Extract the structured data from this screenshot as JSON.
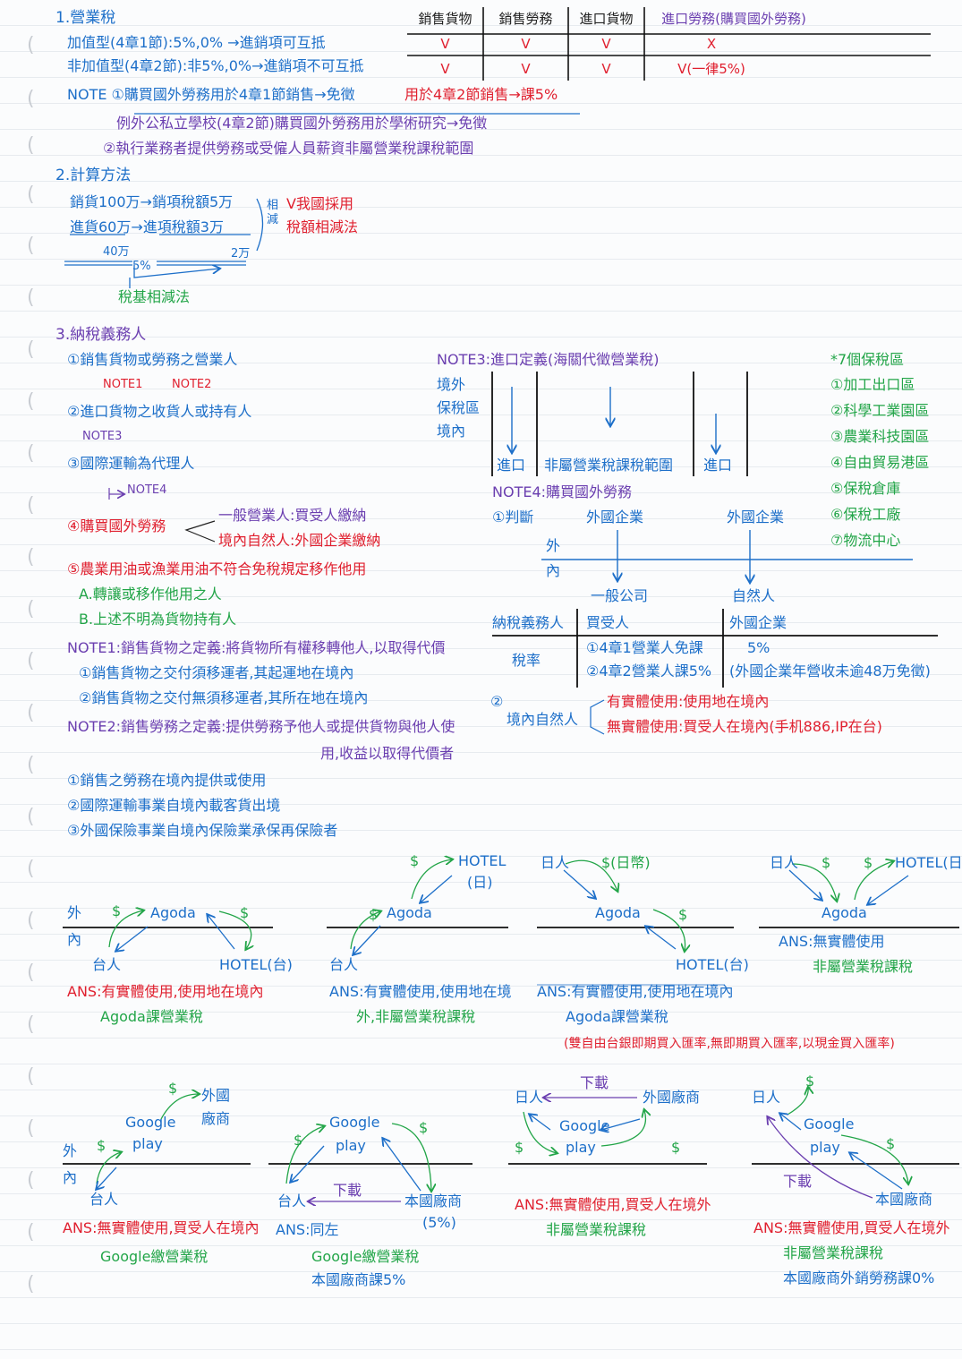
{
  "sec1": {
    "title": "1.營業稅",
    "vat": "加值型(4章1節):5%,0% →進銷項可互抵",
    "nonvat": "非加值型(4章2節):非5%,0%→進銷項不可互抵",
    "note1a": "NOTE ①購買國外勞務用於4章1節銷售→免徵",
    "note1b": "用於4章2節銷售→課5%",
    "note1c": "例外公私立學校(4章2節)購買國外勞務用於學術研究→免徵",
    "note2": "②執行業務者提供勞務或受僱人員薪資非屬營業稅課稅範圍"
  },
  "table1": {
    "headers": [
      "銷售貨物",
      "銷售勞務",
      "進口貨物",
      "進口勞務(購買國外勞務)"
    ],
    "row_vat": [
      "V",
      "V",
      "V",
      "X"
    ],
    "row_nonvat": [
      "V",
      "V",
      "V",
      "V(一律5%)"
    ]
  },
  "sec2": {
    "title": "2.計算方法",
    "sales": "銷貨100万→銷項稅額5万",
    "purchase": "進貨60万→進項稅額3万",
    "base_diff": "40万",
    "rate": "5%",
    "tax_diff": "2万",
    "bracket": "相減",
    "adopted": "V我國採用",
    "method1": "稅額相減法",
    "method2": "稅基相減法"
  },
  "sec3": {
    "title": "3.納稅義務人",
    "i1": "①銷售貨物或勞務之營業人",
    "n1": "NOTE1",
    "n2": "NOTE2",
    "i2": "②進口貨物之收貨人或持有人",
    "n3": "NOTE3",
    "i3": "③國際運輸為代理人",
    "n4": "NOTE4",
    "i4": "④購買國外勞務",
    "i4a": "一般營業人:買受人繳納",
    "i4b": "境內自然人:外國企業繳納",
    "i5": "⑤農業用油或漁業用油不符合免稅規定移作他用",
    "i5a": "A.轉讓或移作他用之人",
    "i5b": "B.上述不明為貨物持有人"
  },
  "notes": {
    "note1": "NOTE1:銷售貨物之定義:將貨物所有權移轉他人,以取得代價",
    "note1a": "①銷售貨物之交付須移運者,其起運地在境內",
    "note1b": "②銷售貨物之交付無須移運者,其所在地在境內",
    "note2": "NOTE2:銷售勞務之定義:提供勞務予他人或提供貨物與他人使",
    "note2b": "用,收益以取得代價者",
    "note2c": "①銷售之勞務在境內提供或使用",
    "note2d": "②國際運輸事業自境內載客貨出境",
    "note2e": "③外國保險事業自境內保險業承保再保險者"
  },
  "note3": {
    "title": "NOTE3:進口定義(海關代徵營業稅)",
    "outside": "境外",
    "zone": "保稅區",
    "inside": "境內",
    "import1": "進口",
    "middle": "非屬營業稅課稅範圍",
    "import2": "進口"
  },
  "bonded": {
    "title": "*7個保稅區",
    "items": [
      "①加工出口區",
      "②科學工業園區",
      "③農業科技園區",
      "④自由貿易港區",
      "⑤保稅倉庫",
      "⑥保稅工廠",
      "⑦物流中心"
    ]
  },
  "note4": {
    "title": "NOTE4:購買國外勞務",
    "judge": "①判斷",
    "foreign1": "外國企業",
    "foreign2": "外國企業",
    "out": "外",
    "in": "內",
    "general": "一般公司",
    "natural": "自然人",
    "payer_label": "納稅義務人",
    "payer1": "買受人",
    "payer2": "外國企業",
    "rate_label": "稅率",
    "rate1a": "①4章1營業人免課",
    "rate1b": "②4章2營業人課5%",
    "rate2a": "5%",
    "rate2b": "(外國企業年營收未逾48万免徵)",
    "p2": "②",
    "p2label": "境內自然人",
    "p2a": "有實體使用:使用地在境內",
    "p2b": "無實體使用:買受人在境內(手机886,IP在台)"
  },
  "agoda": {
    "outside": "外",
    "inside": "內",
    "d1": {
      "dollar1": "$",
      "agoda": "Agoda",
      "dollar2": "$",
      "tw": "台人",
      "hotel": "HOTEL(台)",
      "ans": "ANS:有實體使用,使用地在境內",
      "ans2": "Agoda課營業稅"
    },
    "d2": {
      "dollar1": "$",
      "hotel": "HOTEL",
      "hotel2": "(日)",
      "dollar2": "$",
      "agoda": "Agoda",
      "tw": "台人",
      "ans": "ANS:有實體使用,使用地在境",
      "ans2": "外,非屬營業稅課稅"
    },
    "d3": {
      "jp": "日人",
      "dollar1": "$(日幣)",
      "agoda": "Agoda",
      "dollar2": "$",
      "hotel": "HOTEL(台)",
      "ans": "ANS:有實體使用,使用地在境內",
      "ans2": "Agoda課營業稅",
      "ans3": "(雙自由台銀即期買入匯率,無即期買入匯率,以現金買入匯率)"
    },
    "d4": {
      "jp": "日人",
      "dollar1": "$",
      "dollar2": "$",
      "hotel": "HOTEL(日)",
      "agoda": "Agoda",
      "ans": "ANS:無實體使用",
      "ans2": "非屬營業稅課稅"
    }
  },
  "google": {
    "outside": "外",
    "inside": "內",
    "d1": {
      "dollar1": "$",
      "foreign": "外國",
      "foreign2": "廠商",
      "google": "Google",
      "play": "play",
      "dollar2": "$",
      "tw": "台人",
      "ans": "ANS:無實體使用,買受人在境內",
      "ans2": "Google繳營業稅"
    },
    "d2": {
      "dollar1": "$",
      "google": "Google",
      "play": "play",
      "dollar2": "$",
      "tw": "台人",
      "download": "下載",
      "local": "本國廠商",
      "local_rate": "(5%)",
      "ans": "ANS:同左",
      "ans2": "Google繳營業稅",
      "ans3": "本國廠商課5%"
    },
    "d3": {
      "jp": "日人",
      "download": "下載",
      "foreign": "外國廠商",
      "google": "Google",
      "play": "play",
      "dollar1": "$",
      "dollar2": "$",
      "ans": "ANS:無實體使用,買受人在境外",
      "ans2": "非屬營業稅課稅"
    },
    "d4": {
      "jp": "日人",
      "dollar1": "$",
      "google": "Google",
      "play": "play",
      "dollar2": "$",
      "download": "下載",
      "local": "本國廠商",
      "ans": "ANS:無實體使用,買受人在境外",
      "ans2": "非屬營業稅課稅",
      "ans3": "本國廠商外銷勞務課0%"
    }
  },
  "colors": {
    "blue": "#1d6fc9",
    "red": "#e0202f",
    "green": "#22a548",
    "purple": "#6b3fb0"
  }
}
